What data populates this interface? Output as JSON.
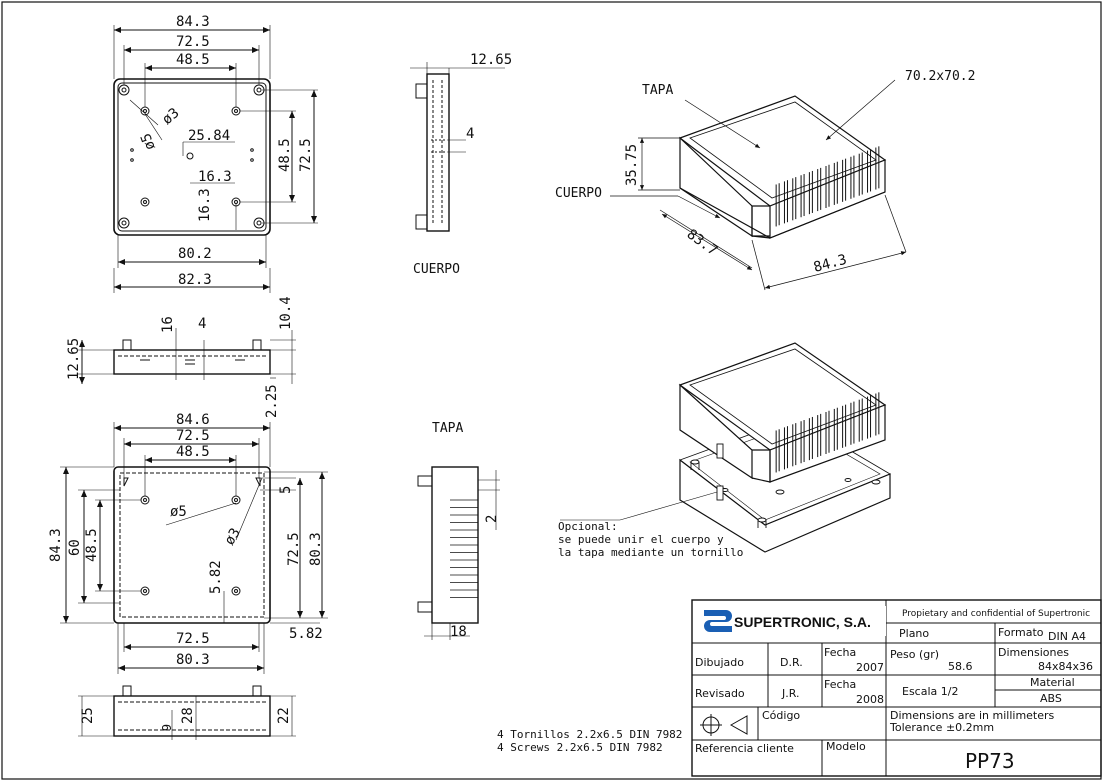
{
  "views": {
    "base_top": {
      "dim_84_3": "84.3",
      "dim_72_5": "72.5",
      "dim_48_5": "48.5",
      "dim_phi3": "ø3",
      "dim_phi5": "ø5",
      "dim_25_84": "25.84",
      "dim_16_3a": "16.3",
      "dim_16_3b": "16.3",
      "dim_48_5v": "48.5",
      "dim_72_5v": "72.5",
      "dim_80_2": "80.2",
      "dim_82_3": "82.3"
    },
    "base_side": {
      "dim_12_65": "12.65",
      "dim_4": "4",
      "label": "CUERPO"
    },
    "front_view": {
      "dim_16": "16",
      "dim_4": "4",
      "dim_10_4": "10.4",
      "dim_12_65": "12.65",
      "dim_2_25": "2.25"
    },
    "lid_top": {
      "dim_84_6": "84.6",
      "dim_72_5": "72.5",
      "dim_48_5": "48.5",
      "dim_84_3v": "84.3",
      "dim_60": "60",
      "dim_48_5v": "48.5",
      "dim_phi5": "ø5",
      "dim_phi3": "ø3",
      "dim_5": "5",
      "dim_72_5v": "72.5",
      "dim_80_3v": "80.3",
      "dim_5_82v": "5.82",
      "dim_72_5b": "72.5",
      "dim_80_3b": "80.3",
      "dim_5_82": "5.82"
    },
    "lid_side": {
      "label": "TAPA",
      "dim_2": "2",
      "dim_18": "18"
    },
    "bottom_view": {
      "dim_25": "25",
      "dim_6": "6",
      "dim_28": "28",
      "dim_22": "22"
    },
    "iso_assembled": {
      "label_tapa": "TAPA",
      "label_cuerpo": "CUERPO",
      "dim_70": "70.2x70.2",
      "dim_35_75": "35.75",
      "dim_83_7": "83.7",
      "dim_84_3": "84.3"
    },
    "iso_exploded": {
      "note_1": "Opcional:",
      "note_2": "se puede unir el cuerpo y",
      "note_3": "la tapa mediante un tornillo"
    }
  },
  "screws": {
    "line_1": "4 Tornillos 2.2x6.5 DIN 7982",
    "line_2": "4 Screws 2.2x6.5 DIN 7982"
  },
  "title_block": {
    "brand": "SUPERTRONIC, S.A.",
    "proprietary": "Propietary and confidential of Supertronic",
    "plano": "Plano",
    "formato_label": "Formato",
    "formato_value": "DIN A4",
    "dibujado_label": "Dibujado",
    "dibujado_value": "D.R.",
    "fecha1_label": "Fecha",
    "fecha1_value": "2007",
    "peso_label": "Peso (gr)",
    "peso_value": "58.6",
    "dimensiones_label": "Dimensiones",
    "dimensiones_value": "84x84x36",
    "revisado_label": "Revisado",
    "revisado_value": "J.R.",
    "fecha2_label": "Fecha",
    "fecha2_value": "2008",
    "escala": "Escala  1/2",
    "material_label": "Material",
    "material_value": "ABS",
    "codigo_label": "Código",
    "dims_note_1": "Dimensions are in millimeters",
    "dims_note_2": "Tolerance ±0.2mm",
    "ref_cliente": "Referencia cliente",
    "modelo_label": "Modelo",
    "modelo_value": "PP73"
  },
  "colors": {
    "line": "#111111",
    "brand_blue": "#1a5fb4",
    "paper": "#ffffff"
  }
}
